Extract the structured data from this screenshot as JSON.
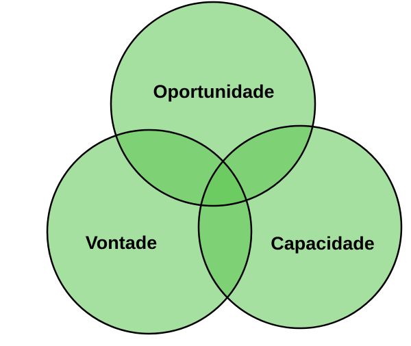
{
  "diagram": {
    "type": "venn",
    "sets": [
      {
        "label": "Oportunidade"
      },
      {
        "label": "Vontade"
      },
      {
        "label": "Capacidade"
      }
    ],
    "fill_color": "#5dc752",
    "stroke_color": "#000000"
  }
}
